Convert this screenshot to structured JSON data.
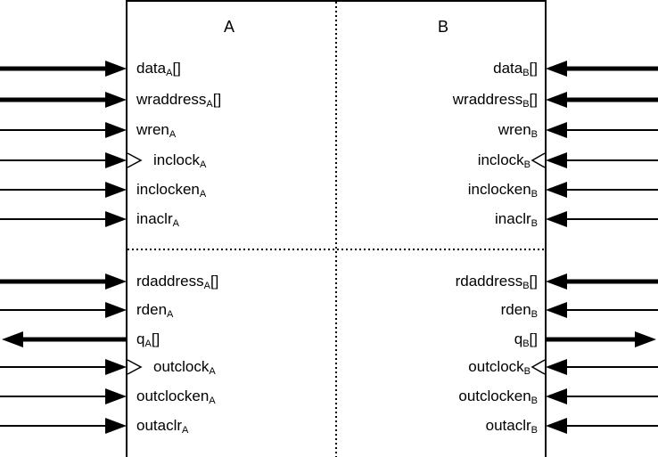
{
  "columns": {
    "a": "A",
    "b": "B"
  },
  "left_ports": [
    {
      "base": "data",
      "sub": "A",
      "suffix": "[]",
      "dir": "in",
      "bus": true,
      "clock": false
    },
    {
      "base": "wraddress",
      "sub": "A",
      "suffix": "[]",
      "dir": "in",
      "bus": true,
      "clock": false
    },
    {
      "base": "wren",
      "sub": "A",
      "suffix": "",
      "dir": "in",
      "bus": false,
      "clock": false
    },
    {
      "base": "inclock",
      "sub": "A",
      "suffix": "",
      "dir": "in",
      "bus": false,
      "clock": true
    },
    {
      "base": "inclocken",
      "sub": "A",
      "suffix": "",
      "dir": "in",
      "bus": false,
      "clock": false
    },
    {
      "base": "inaclr",
      "sub": "A",
      "suffix": "",
      "dir": "in",
      "bus": false,
      "clock": false
    },
    {
      "base": "rdaddress",
      "sub": "A",
      "suffix": "[]",
      "dir": "in",
      "bus": true,
      "clock": false
    },
    {
      "base": "rden",
      "sub": "A",
      "suffix": "",
      "dir": "in",
      "bus": false,
      "clock": false
    },
    {
      "base": "q",
      "sub": "A",
      "suffix": "[]",
      "dir": "out",
      "bus": true,
      "clock": false
    },
    {
      "base": "outclock",
      "sub": "A",
      "suffix": "",
      "dir": "in",
      "bus": false,
      "clock": true
    },
    {
      "base": "outclocken",
      "sub": "A",
      "suffix": "",
      "dir": "in",
      "bus": false,
      "clock": false
    },
    {
      "base": "outaclr",
      "sub": "A",
      "suffix": "",
      "dir": "in",
      "bus": false,
      "clock": false
    }
  ],
  "right_ports": [
    {
      "base": "data",
      "sub": "B",
      "suffix": "[]",
      "dir": "in",
      "bus": true,
      "clock": false
    },
    {
      "base": "wraddress",
      "sub": "B",
      "suffix": "[]",
      "dir": "in",
      "bus": true,
      "clock": false
    },
    {
      "base": "wren",
      "sub": "B",
      "suffix": "",
      "dir": "in",
      "bus": false,
      "clock": false
    },
    {
      "base": "inclock",
      "sub": "B",
      "suffix": "",
      "dir": "in",
      "bus": false,
      "clock": true
    },
    {
      "base": "inclocken",
      "sub": "B",
      "suffix": "",
      "dir": "in",
      "bus": false,
      "clock": false
    },
    {
      "base": "inaclr",
      "sub": "B",
      "suffix": "",
      "dir": "in",
      "bus": false,
      "clock": false
    },
    {
      "base": "rdaddress",
      "sub": "B",
      "suffix": "[]",
      "dir": "in",
      "bus": true,
      "clock": false
    },
    {
      "base": "rden",
      "sub": "B",
      "suffix": "",
      "dir": "in",
      "bus": false,
      "clock": false
    },
    {
      "base": "q",
      "sub": "B",
      "suffix": "[]",
      "dir": "out",
      "bus": true,
      "clock": false
    },
    {
      "base": "outclock",
      "sub": "B",
      "suffix": "",
      "dir": "in",
      "bus": false,
      "clock": true
    },
    {
      "base": "outclocken",
      "sub": "B",
      "suffix": "",
      "dir": "in",
      "bus": false,
      "clock": false
    },
    {
      "base": "outaclr",
      "sub": "B",
      "suffix": "",
      "dir": "in",
      "bus": false,
      "clock": false
    }
  ]
}
